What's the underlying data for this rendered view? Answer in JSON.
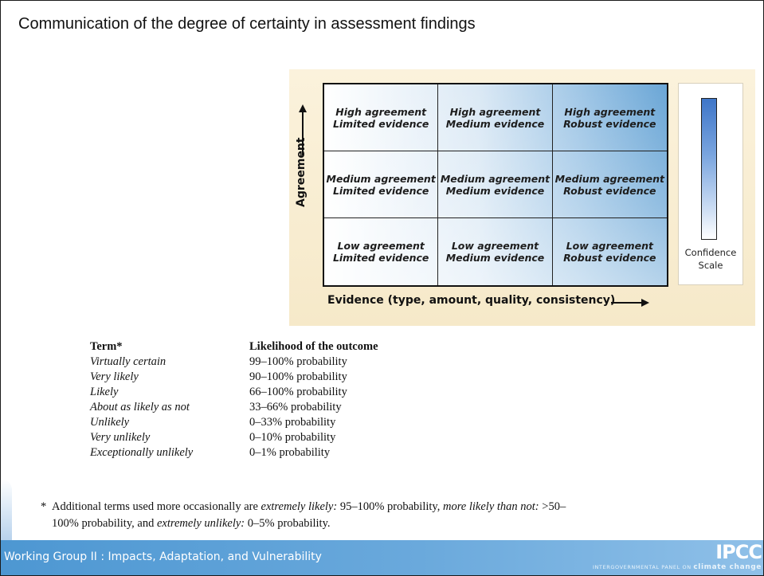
{
  "slide": {
    "title": "Communication of the degree of certainty in assessment findings"
  },
  "figure": {
    "y_axis_label": "Agreement",
    "x_axis_label": "Evidence (type, amount, quality, consistency)",
    "confidence_scale_line1": "Confidence",
    "confidence_scale_line2": "Scale",
    "cells": [
      {
        "agreement": "High agreement",
        "evidence": "Limited evidence"
      },
      {
        "agreement": "High agreement",
        "evidence": "Medium evidence"
      },
      {
        "agreement": "High agreement",
        "evidence": "Robust evidence"
      },
      {
        "agreement": "Medium agreement",
        "evidence": "Limited evidence"
      },
      {
        "agreement": "Medium agreement",
        "evidence": "Medium evidence"
      },
      {
        "agreement": "Medium agreement",
        "evidence": "Robust evidence"
      },
      {
        "agreement": "Low agreement",
        "evidence": "Limited evidence"
      },
      {
        "agreement": "Low agreement",
        "evidence": "Medium evidence"
      },
      {
        "agreement": "Low agreement",
        "evidence": "Robust evidence"
      }
    ],
    "colors": {
      "grid_gradient_start": "#ffffff",
      "grid_gradient_end": "#6aa6d6",
      "scale_top": "#3f76c8",
      "background": "#f6e9c9"
    }
  },
  "likelihood_table": {
    "header_term": "Term*",
    "header_likelihood": "Likelihood of the outcome",
    "rows": [
      {
        "term": "Virtually certain",
        "likelihood": "99–100% probability"
      },
      {
        "term": "Very likely",
        "likelihood": "90–100% probability"
      },
      {
        "term": "Likely",
        "likelihood": "66–100% probability"
      },
      {
        "term": "About as likely as not",
        "likelihood": "33–66% probability"
      },
      {
        "term": "Unlikely",
        "likelihood": "0–33% probability"
      },
      {
        "term": "Very unlikely",
        "likelihood": "0–10% probability"
      },
      {
        "term": "Exceptionally unlikely",
        "likelihood": "0–1% probability"
      }
    ]
  },
  "footnote": {
    "asterisk": "*",
    "t1": "Additional terms used more occasionally are ",
    "t2": "extremely likely:",
    "t3": " 95–100% probability, ",
    "t4": "more likely than not:",
    "t5": " >50–",
    "t6": "100% probability, and ",
    "t7": "extremely unlikely:",
    "t8": " 0–5% probability."
  },
  "footer": {
    "text": "Working Group II : Impacts, Adaptation, and Vulnerability",
    "logo": "IPCC",
    "logo_sub_1": "INTERGOVERNMENTAL PANEL ON ",
    "logo_sub_2": "climate change",
    "color": "#5aa0d8"
  }
}
